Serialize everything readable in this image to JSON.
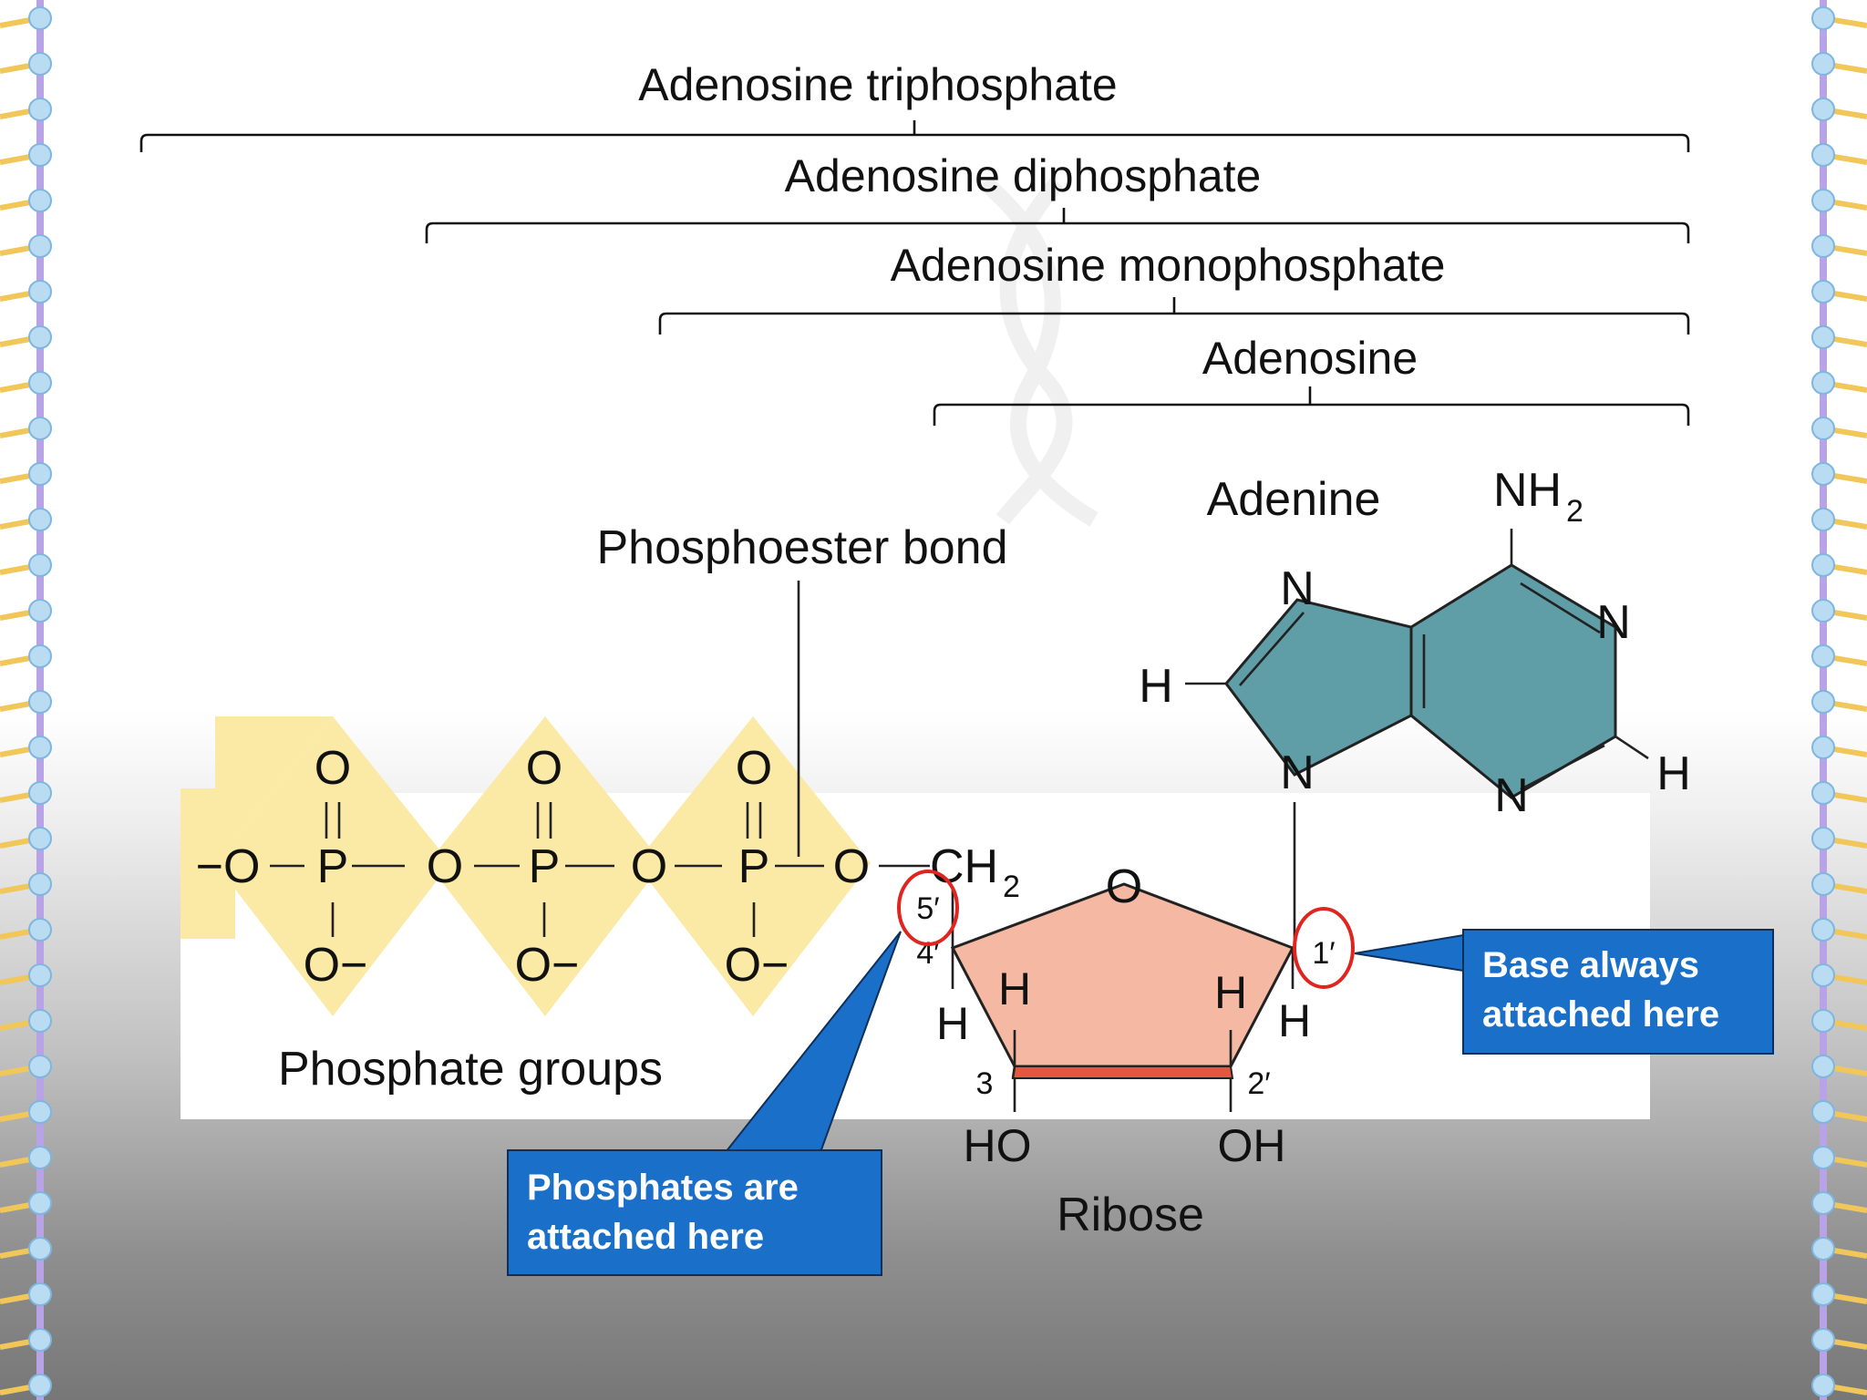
{
  "brackets": [
    {
      "label": "Adenosine triphosphate"
    },
    {
      "label": "Adenosine diphosphate"
    },
    {
      "label": "Adenosine monophosphate"
    },
    {
      "label": "Adenosine"
    }
  ],
  "labels": {
    "phosphoester_bond": "Phosphoester bond",
    "adenine": "Adenine",
    "phosphate_groups": "Phosphate groups",
    "ribose": "Ribose"
  },
  "atoms": {
    "o": "O",
    "p": "P",
    "o_minus": "O−",
    "minus_o": "−O",
    "ch": "CH",
    "sub2": "2",
    "nh": "NH",
    "n": "N",
    "h": "H",
    "ho": "HO",
    "oh": "OH"
  },
  "positions": {
    "c5": "5′",
    "c4": "4′",
    "c3": "3",
    "c2": "2′",
    "c1": "1′"
  },
  "callouts": {
    "base_line1": "Base always",
    "base_line2": "attached here",
    "phosphates_line1": "Phosphates are",
    "phosphates_line2": "attached here"
  },
  "colors": {
    "phosphate_fill": "#fbe9a6",
    "ribose_fill": "#f4b8a3",
    "ribose_edge": "#e2583f",
    "adenine_fill": "#5f9ea7",
    "callout_fill": "#1a6fc9",
    "highlight_circle": "#e0241f"
  }
}
